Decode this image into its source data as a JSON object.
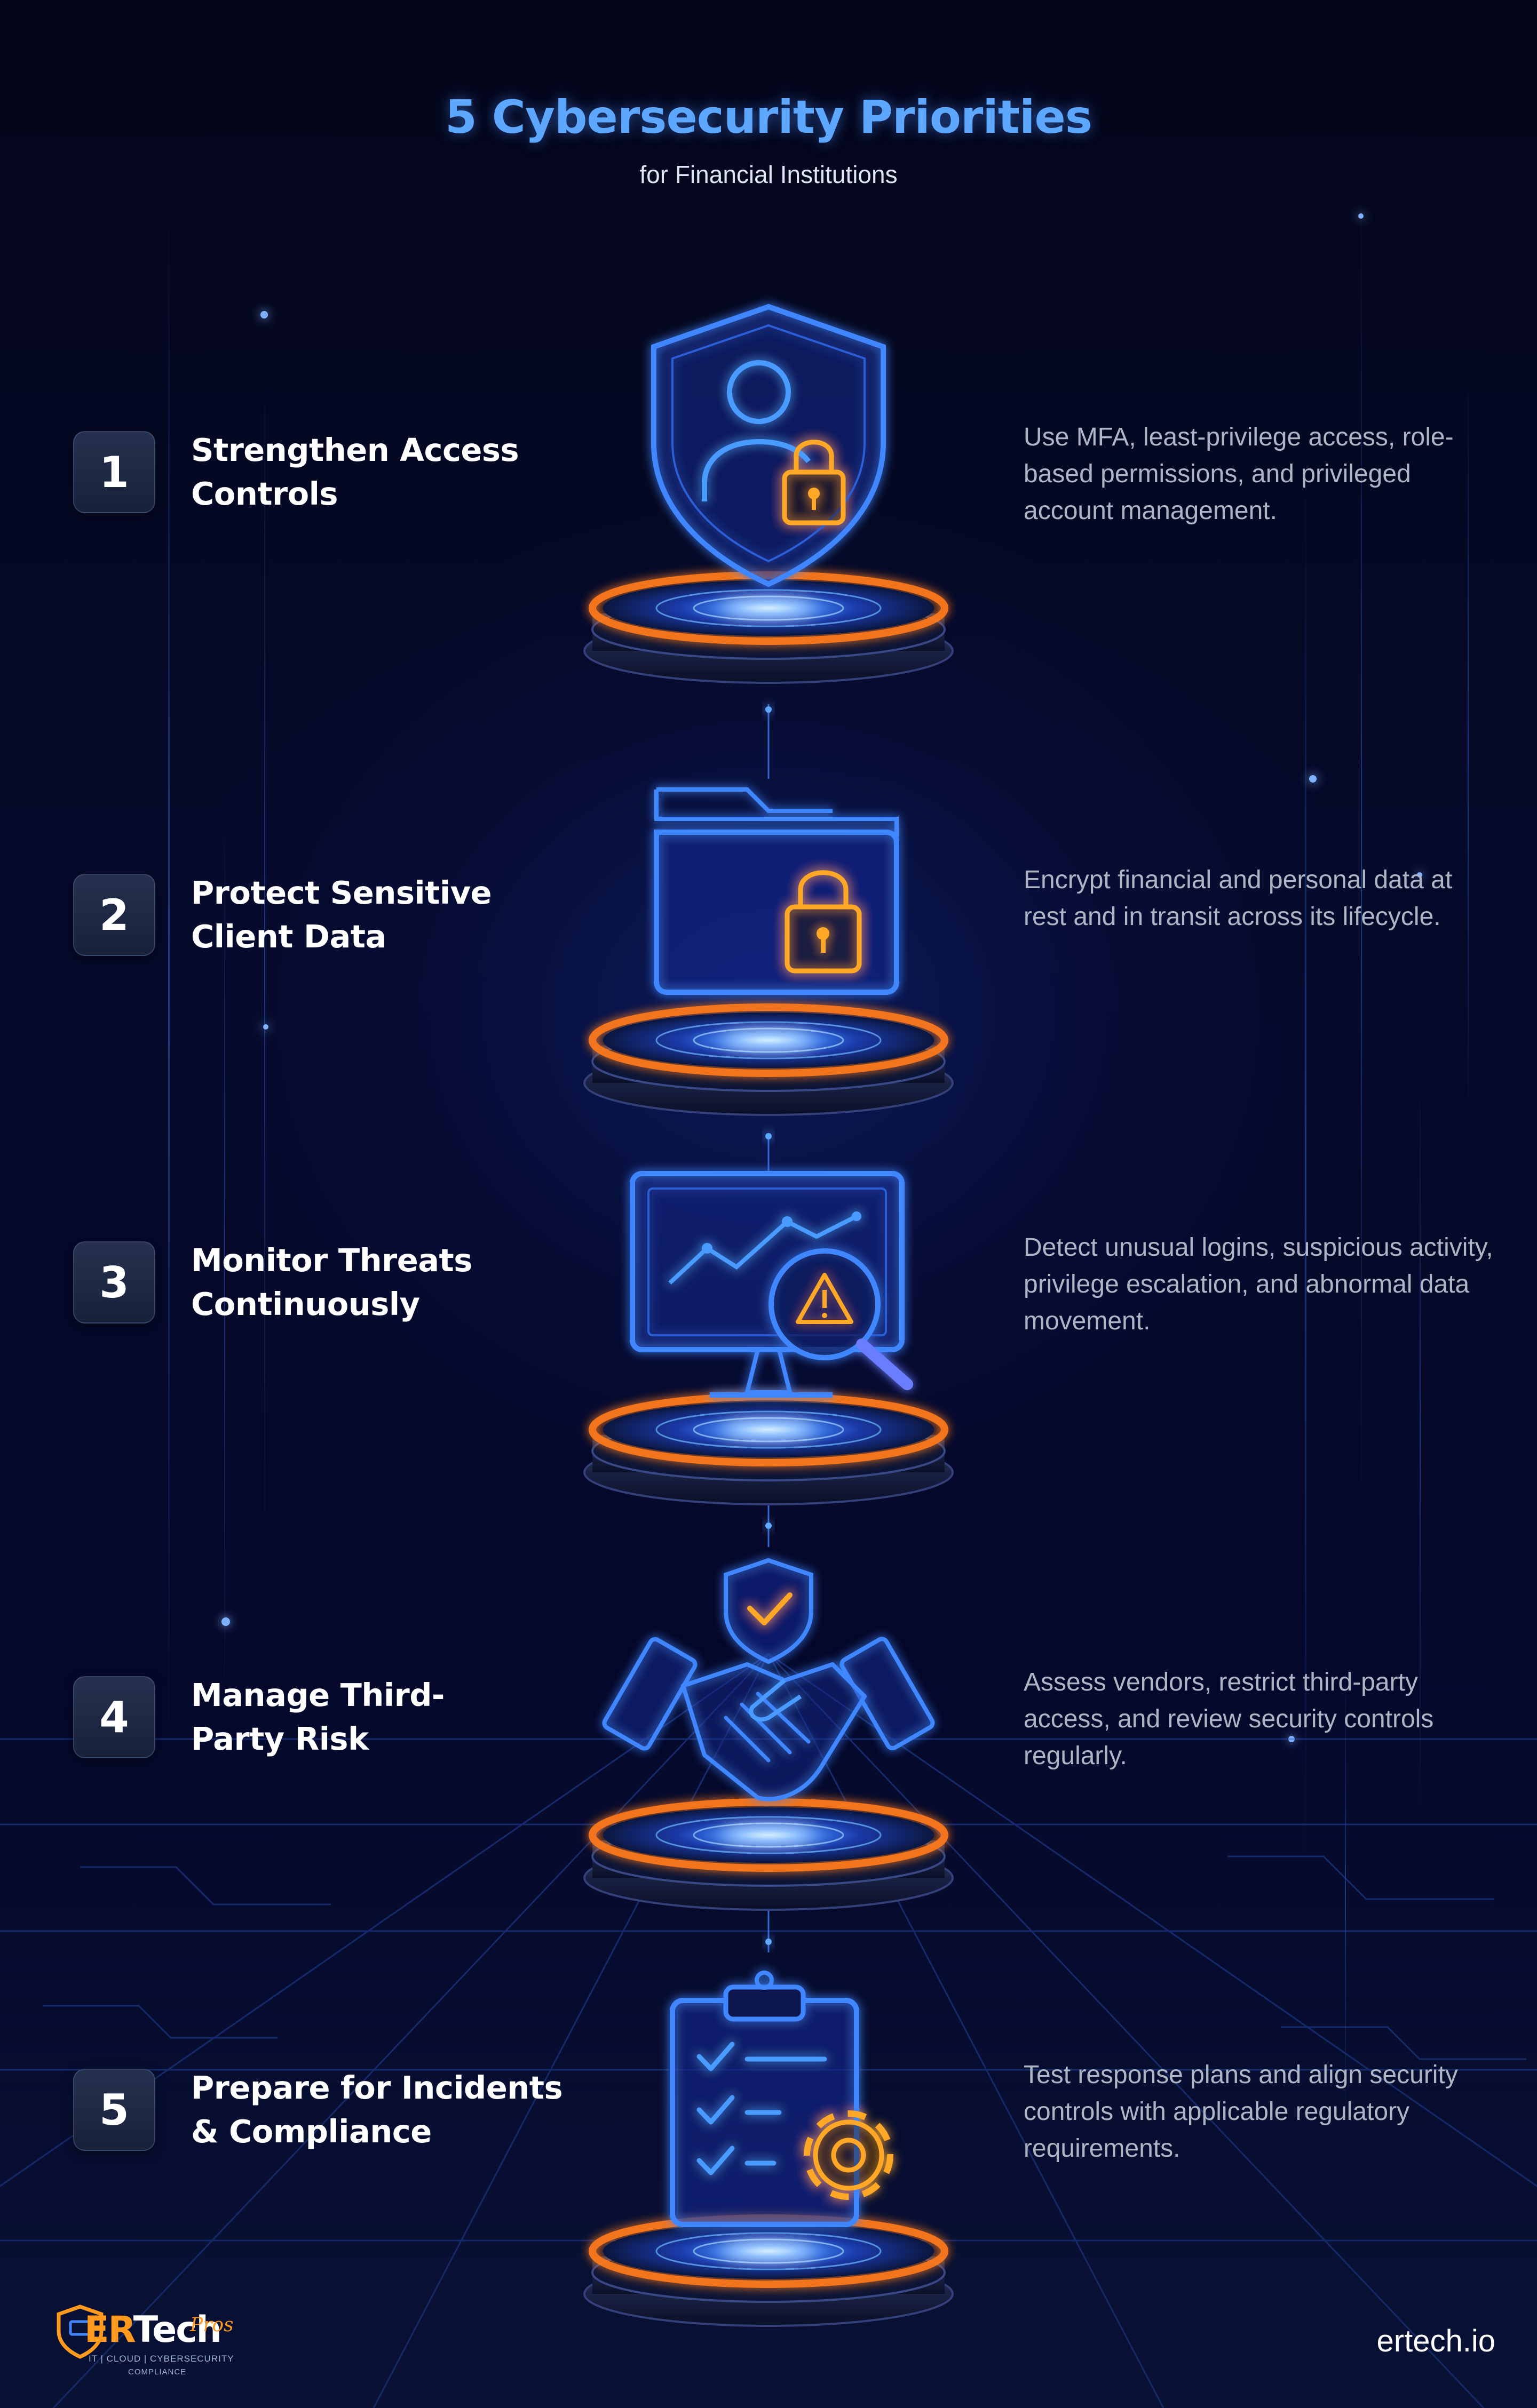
{
  "header": {
    "title": "5 Cybersecurity Priorities",
    "subtitle": "for Financial Institutions"
  },
  "items": [
    {
      "number": "1",
      "title": "Strengthen Access Controls",
      "description": "Use MFA, least-privilege access, role-based permissions, and privileged account management.",
      "icon": "shield-user-lock-icon"
    },
    {
      "number": "2",
      "title": "Protect Sensitive Client Data",
      "description": "Encrypt financial and personal data at rest and in transit across its lifecycle.",
      "icon": "folder-lock-icon"
    },
    {
      "number": "3",
      "title": "Monitor Threats Continuously",
      "description": "Detect unusual logins, suspicious activity, privilege escalation, and abnormal data movement.",
      "icon": "monitor-warning-icon"
    },
    {
      "number": "4",
      "title": "Manage Third-Party Risk",
      "description": "Assess vendors, restrict third-party access, and review security controls regularly.",
      "icon": "handshake-shield-icon"
    },
    {
      "number": "5",
      "title": "Prepare for Incidents & Compliance",
      "description": "Test response plans and align security controls with applicable regulatory requirements.",
      "icon": "clipboard-gear-icon"
    }
  ],
  "footer": {
    "logo_er": "ER",
    "logo_tech": "Tech",
    "logo_pros": "Pros",
    "logo_tagline": "IT | CLOUD | CYBERSECURITY",
    "logo_tagline2": "COMPLIANCE",
    "url": "ertech.io"
  },
  "colors": {
    "accent_blue": "#5ea7ff",
    "neon_blue": "#3a7dff",
    "neon_orange": "#ff9a1f",
    "background": "#05082a"
  }
}
